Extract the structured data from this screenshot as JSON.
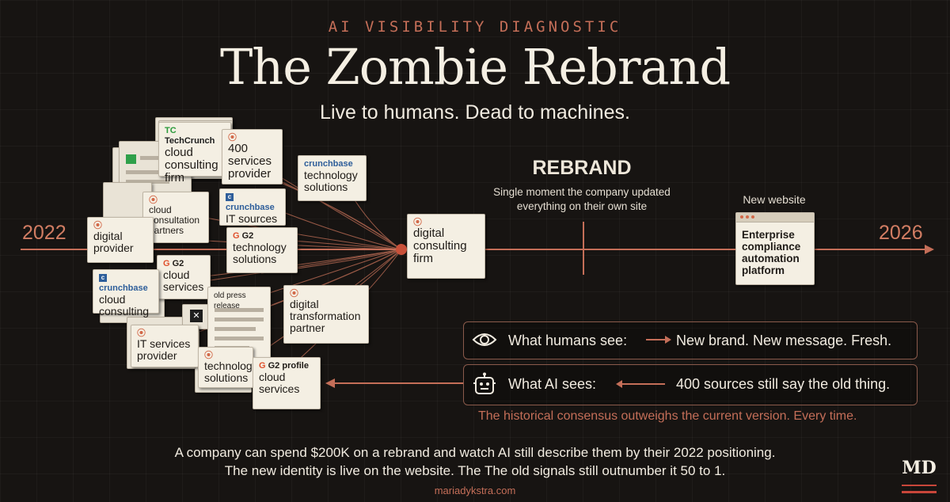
{
  "header": {
    "eyebrow": "AI VISIBILITY DIAGNOSTIC",
    "title": "The Zombie Rebrand",
    "subtitle": "Live to humans. Dead to machines."
  },
  "timeline": {
    "start_year": "2022",
    "end_year": "2026",
    "axis_color": "#c46e58"
  },
  "cards": {
    "techcrunch": {
      "source": "TechCrunch",
      "text": "cloud consulting firm"
    },
    "services_400": {
      "text": "400 services provider"
    },
    "crunchbase_tech": {
      "source": "crunchbase",
      "text": "technology solutions"
    },
    "cloud_consultation": {
      "text": "cloud consultation partners"
    },
    "crunchbase_it": {
      "source": "crunchbase",
      "text": "IT sources"
    },
    "digital_provider": {
      "text": "digital provider"
    },
    "g2_tech": {
      "source": "G2",
      "text": "technology solutions"
    },
    "g2_cloud_services": {
      "source": "G2",
      "text": "cloud services"
    },
    "crunchbase_cloud": {
      "source": "crunchbase",
      "text": "cloud consulting"
    },
    "press": {
      "text": "old press release"
    },
    "digital_transformation": {
      "text": "digital transformation partner"
    },
    "it_services": {
      "text": "IT services provider"
    },
    "technology_solutions": {
      "text": "technology solutions"
    },
    "g2_profile": {
      "source": "G2 profile",
      "text": "cloud services"
    }
  },
  "center": {
    "text": "digital consulting firm"
  },
  "rebrand": {
    "title": "REBRAND",
    "subtitle": "Single moment the company updated everything on their own site"
  },
  "new_website": {
    "label": "New website",
    "text": "Enterprise compliance automation platform"
  },
  "comparison": {
    "humans": {
      "label": "What humans see:",
      "value": "New brand. New message. Fresh."
    },
    "ai": {
      "label": "What AI sees:",
      "value": "400 sources still say the old thing."
    },
    "note": "The historical consensus outweighs the current version. Every time."
  },
  "footer": {
    "line1": "A company can spend $200K on a rebrand and watch AI still describe them by their 2022 positioning.",
    "line2": "The new identity is live on the website. The The old signals still outnumber it 50 to 1.",
    "url": "mariadykstra.com"
  },
  "logo": {
    "text": "MD"
  },
  "colors": {
    "background": "#171412",
    "accent": "#c46e58",
    "card": "#f4efe3"
  }
}
